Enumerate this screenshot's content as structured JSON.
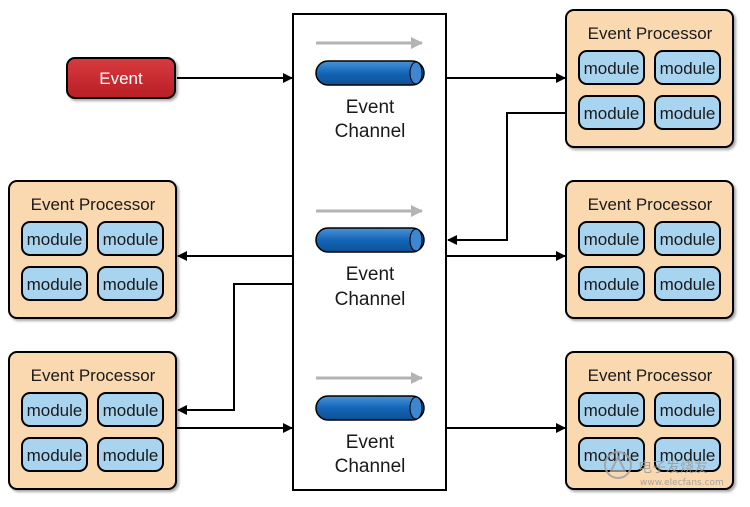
{
  "colors": {
    "processor_fill": "#fad9b0",
    "module_fill": "#a9d4f0",
    "event_fill": "#c5262c",
    "channel_tube": "#1466b8",
    "arrow": "#000000",
    "flow_arrow": "#b3b3b3"
  },
  "event": {
    "label": "Event"
  },
  "channels": [
    {
      "line1": "Event",
      "line2": "Channel"
    },
    {
      "line1": "Event",
      "line2": "Channel"
    },
    {
      "line1": "Event",
      "line2": "Channel"
    }
  ],
  "processors": [
    {
      "title": "Event Processor",
      "modules": [
        "module",
        "module",
        "module",
        "module"
      ]
    },
    {
      "title": "Event Processor",
      "modules": [
        "module",
        "module",
        "module",
        "module"
      ]
    },
    {
      "title": "Event Processor",
      "modules": [
        "module",
        "module",
        "module",
        "module"
      ]
    },
    {
      "title": "Event Processor",
      "modules": [
        "module",
        "module",
        "module",
        "module"
      ]
    },
    {
      "title": "Event Processor",
      "modules": [
        "module",
        "module",
        "module",
        "module"
      ]
    }
  ],
  "watermark": {
    "text": "电子发烧友",
    "url": "www.elecfans.com",
    "logo_icon": "elecfans-logo-icon"
  }
}
